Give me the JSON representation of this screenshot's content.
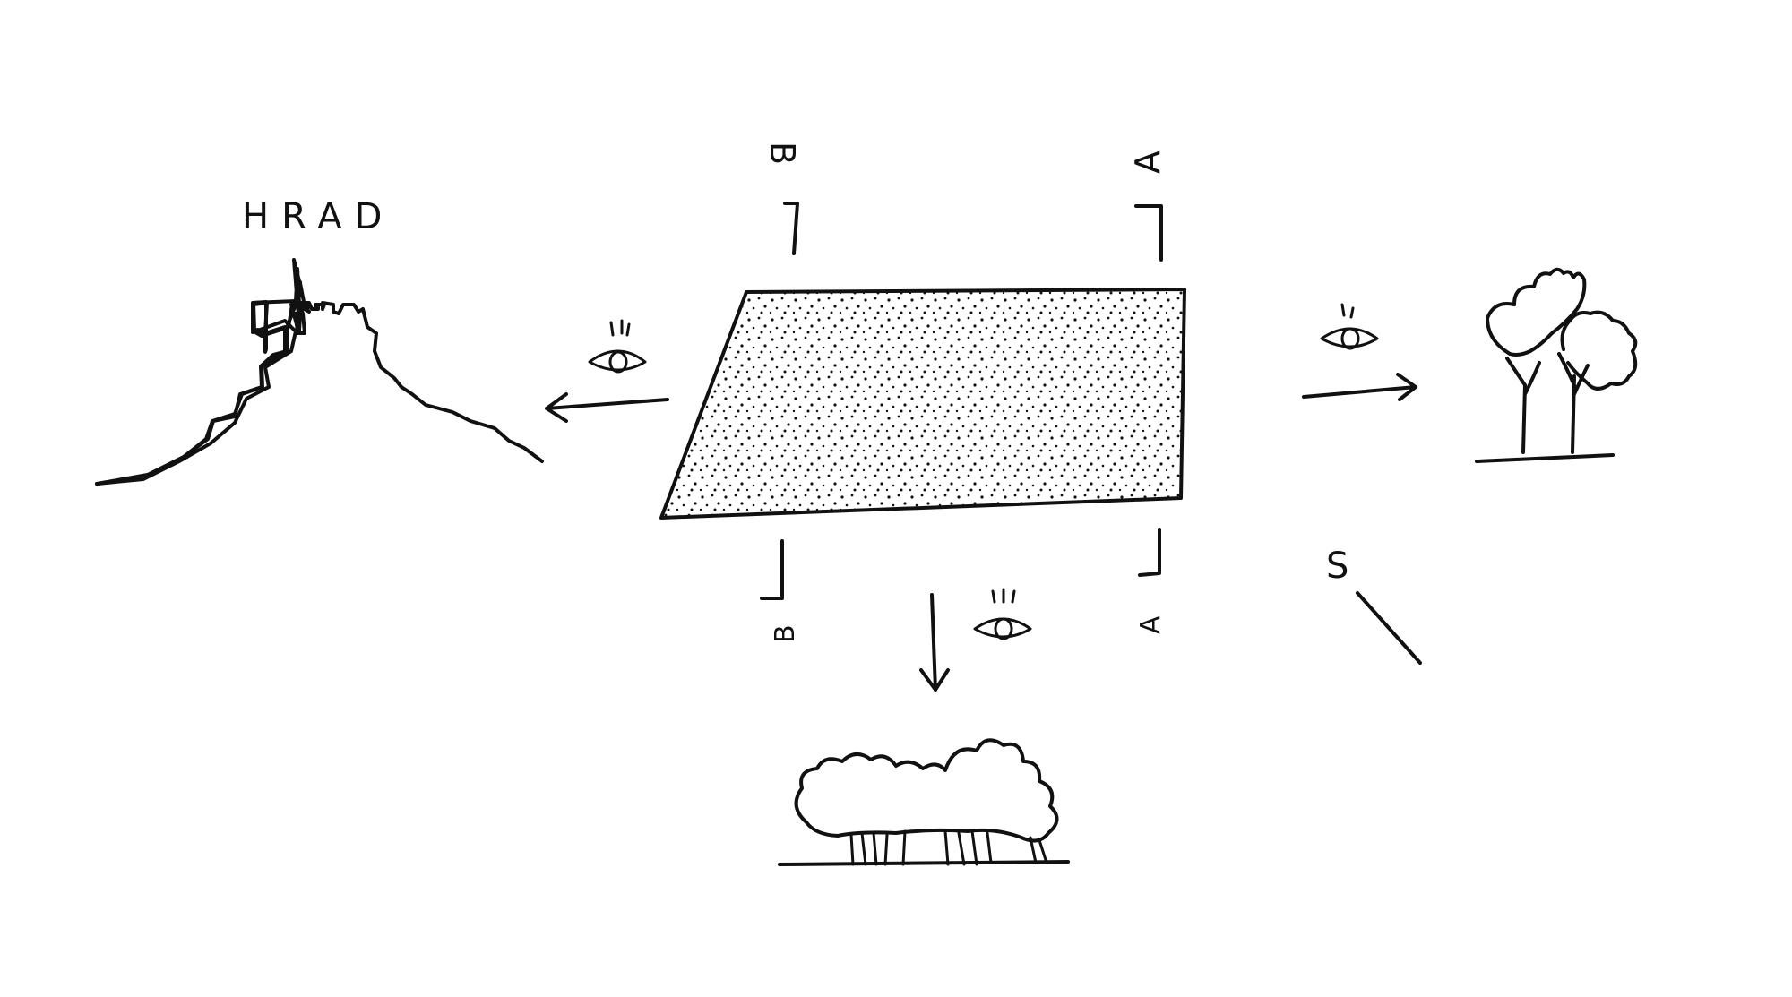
{
  "labels": {
    "castle": "HRAD",
    "section_a_top": "A",
    "section_a_bottom": "A",
    "section_b_top": "B",
    "section_b_bottom": "B",
    "south": "S"
  },
  "colors": {
    "ink": "#111111",
    "paper": "#ffffff"
  },
  "icons": [
    "eye-icon",
    "arrow-icon",
    "castle-hill-sketch",
    "trees-sketch",
    "hedge-sketch"
  ]
}
